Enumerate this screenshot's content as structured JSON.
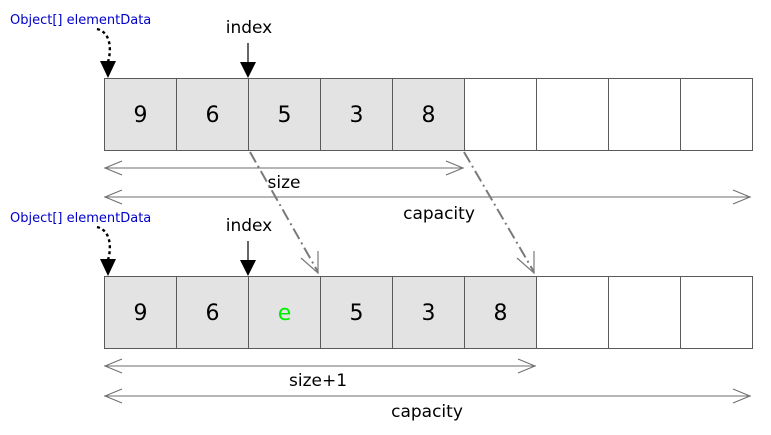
{
  "colors": {
    "pointer_text": "#0000cc",
    "highlight": "#00ee00",
    "filled_cell": "#e3e3e3",
    "empty_cell": "#ffffff",
    "cell_border": "#5a5a5a",
    "measure_line": "#6e6e6e",
    "move_arrow": "#7a7a7a"
  },
  "before": {
    "pointer_label": "Object[] elementData",
    "index_label": "index",
    "cells": [
      "9",
      "6",
      "5",
      "3",
      "8",
      "",
      "",
      "",
      ""
    ],
    "size_label": "size",
    "capacity_label": "capacity"
  },
  "after": {
    "pointer_label": "Object[] elementData",
    "index_label": "index",
    "cells": [
      "9",
      "6",
      "e",
      "5",
      "3",
      "8",
      "",
      "",
      ""
    ],
    "size_label": "size+1",
    "capacity_label": "capacity"
  }
}
